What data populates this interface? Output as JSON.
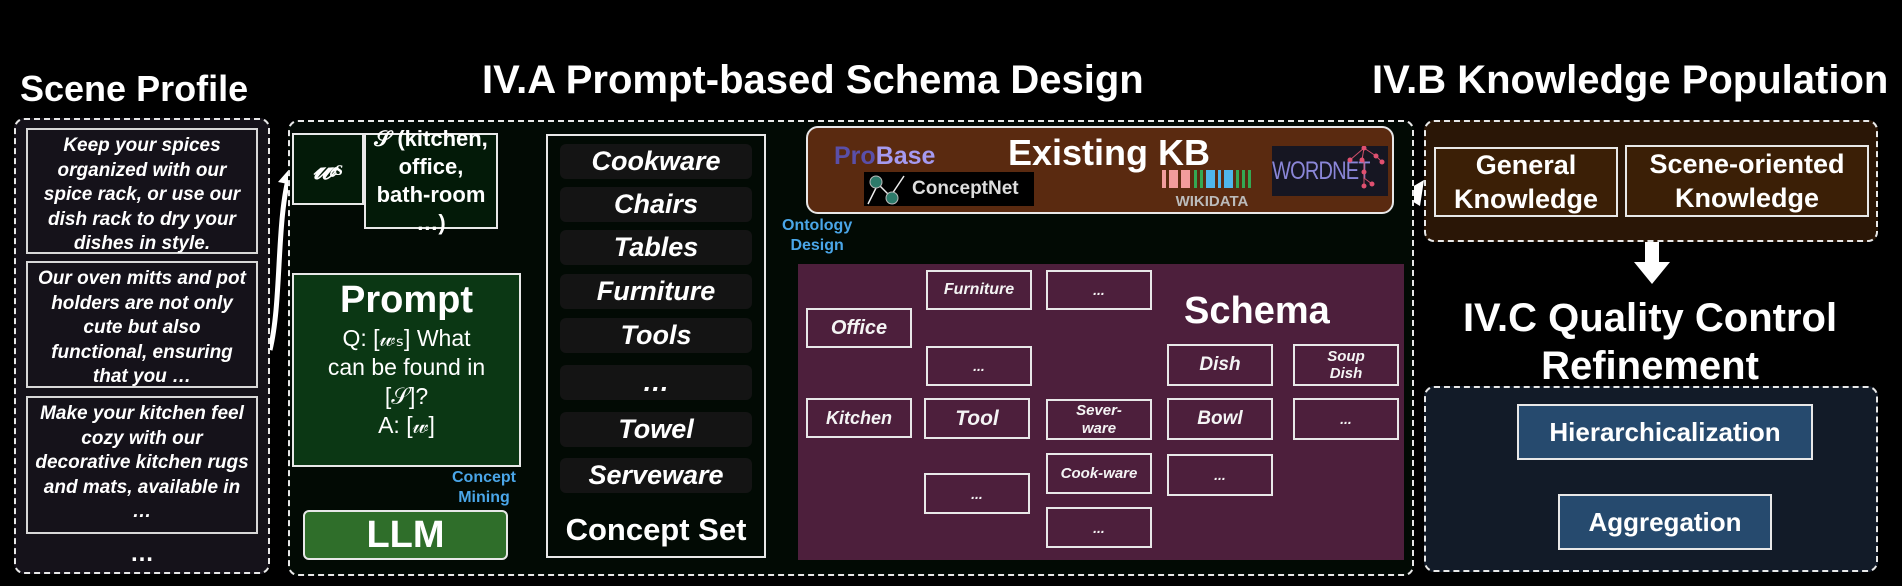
{
  "scene_profile": {
    "title": "Scene Profile",
    "cards": [
      "Keep your spices organized with our spice rack, or use our dish rack to dry your dishes in style.",
      "Our oven mitts and pot holders are not only cute but also functional, ensuring that you …",
      "Make your kitchen feel cozy with our decorative kitchen rugs and mats, available in …"
    ],
    "more": "…"
  },
  "schema_design": {
    "title": "IV.A Prompt-based Schema Design",
    "ws_symbol": "𝓌",
    "ws_sub": "s",
    "scene_box": "𝒮 (kitchen, office, bath-room …)",
    "prompt": {
      "heading": "Prompt",
      "lines": [
        "Q: [𝓌ₛ] What",
        "can be found  in",
        "[𝒮]?",
        "A: [𝓌]"
      ]
    },
    "llm_label": "LLM",
    "concept_mining_label": [
      "Concept",
      "Mining"
    ],
    "ontology_design_label": [
      "Ontology",
      "Design"
    ],
    "concept_set": {
      "items": [
        "Cookware",
        "Chairs",
        "Tables",
        "Furniture",
        "Tools",
        "…",
        "Towel",
        "Serveware"
      ],
      "caption": "Concept Set"
    },
    "existing_kb": {
      "title": "Existing KB",
      "sources": {
        "probase_pro": "Pro",
        "probase_base": "Base",
        "conceptnet": "ConceptNet",
        "wikidata": "WIKIDATA",
        "wordnet": "WORDNET"
      }
    },
    "schema": {
      "title": "Schema",
      "nodes": {
        "office": "Office",
        "kitchen": "Kitchen",
        "furniture": "Furniture",
        "furniture_more": "...",
        "office_more": "...",
        "tool": "Tool",
        "kitchen_more": "...",
        "severware": "Sever-ware",
        "cookware": "Cook-ware",
        "tool_more": "...",
        "dish": "Dish",
        "bowl": "Bowl",
        "severware_more": "...",
        "soup_dish": "Soup Dish",
        "dish_more": "..."
      }
    }
  },
  "knowledge_population": {
    "title": "IV.B Knowledge Population",
    "general": [
      "General",
      "Knowledge"
    ],
    "scene_oriented": [
      "Scene-oriented",
      "Knowledge"
    ]
  },
  "quality_control": {
    "title_line1": "IV.C Quality Control",
    "title_line2": "Refinement",
    "hierarchicalization": "Hierarchicalization",
    "aggregation": "Aggregation"
  },
  "colors": {
    "scene_bg": "#15121a",
    "iva_bg": "#020a04",
    "prompt_bg": "#0b3714",
    "llm_bg": "#2f6e2a",
    "kb_bg": "#5a2a10",
    "schema_bg": "#4d1f3c",
    "ivb_bg": "#2a1606",
    "ivc_bg": "#121b28",
    "qc_box_bg": "#264a6e",
    "label_blue": "#4aa6e8"
  }
}
